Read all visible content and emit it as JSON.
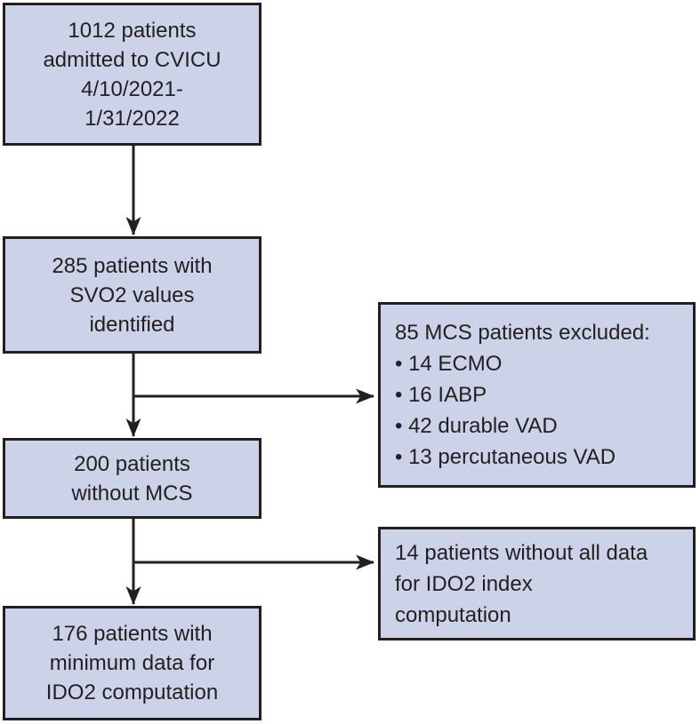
{
  "colors": {
    "box_fill": "#ccd3e8",
    "box_border": "#231f20",
    "arrow": "#231f20",
    "text": "#231f20",
    "background": "#ffffff"
  },
  "flowchart": {
    "main_boxes": [
      {
        "name": "admitted",
        "text": "1012 patients\nadmitted to CVICU\n4/10/2021-\n1/31/2022"
      },
      {
        "name": "svo2",
        "text": "285 patients with\nSVO2 values\nidentified"
      },
      {
        "name": "no_mcs",
        "text": "200 patients\nwithout MCS"
      },
      {
        "name": "ido2",
        "text": "176 patients with\nminimum data for\nIDO2 computation"
      }
    ],
    "side_boxes": [
      {
        "name": "mcs_excluded",
        "text": "85 MCS patients excluded:\n• 14 ECMO\n• 16 IABP\n• 42 durable VAD\n• 13 percutaneous VAD"
      },
      {
        "name": "missing_data",
        "text": "14 patients without all data\nfor IDO2 index\ncomputation"
      }
    ]
  }
}
